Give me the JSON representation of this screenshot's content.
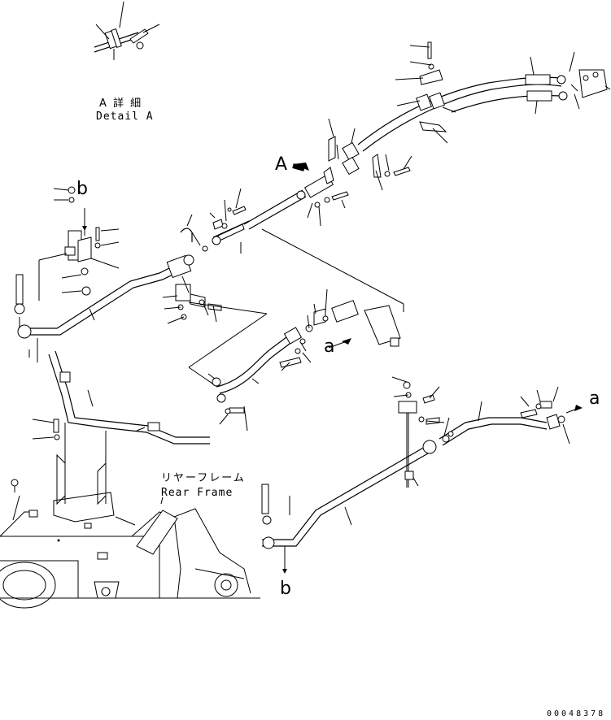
{
  "labels": {
    "detail_a_jp": "A 詳 細",
    "detail_a_en": "Detail A",
    "callout_A": "A",
    "callout_a_left": "a",
    "callout_a_right": "a",
    "callout_b_top": "b",
    "callout_b_bottom": "b",
    "rear_frame_jp": "リヤーフレーム",
    "rear_frame_en": "Rear Frame",
    "drawing_number": "00048378"
  },
  "colors": {
    "ink": "#000000",
    "paper": "#ffffff"
  }
}
